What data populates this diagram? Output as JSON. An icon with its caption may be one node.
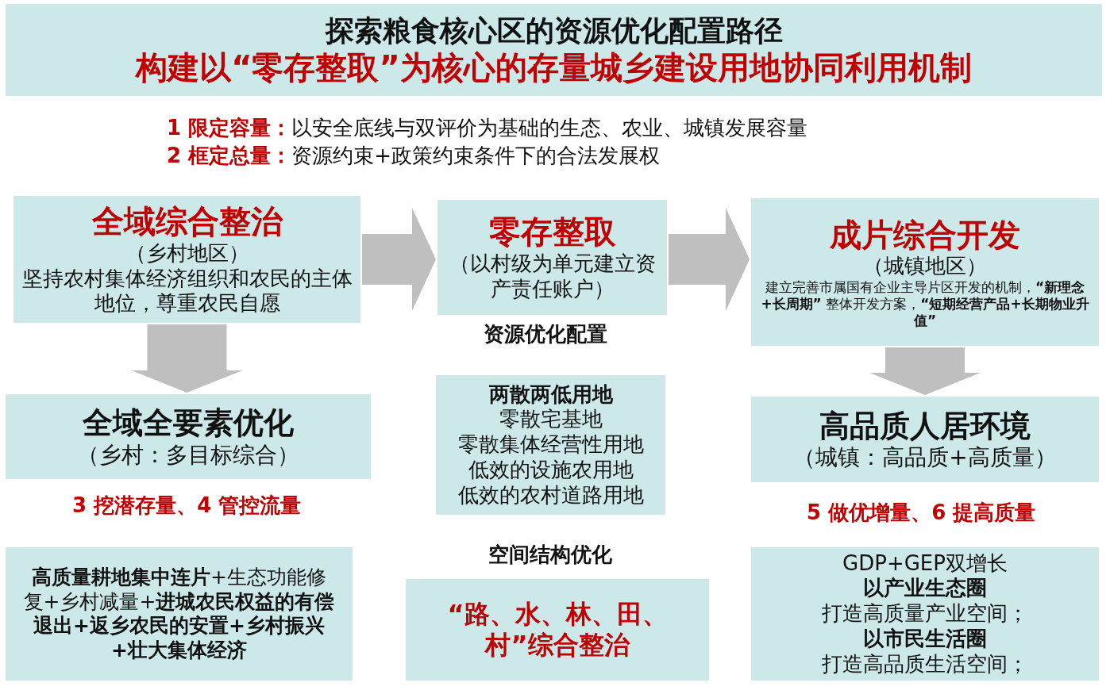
{
  "diagram": {
    "nodes": [
      {
        "text": [
          "探索粮食核心区的资源优化配置路径",
          "构建以“零存整取”为核心的存量城乡建设用地协同利用机制"
        ]
      },
      {
        "text": [
          "全域综合整治",
          "（乡村地区）",
          "坚持农村集体经济组织和农民的主体地位，尊重农民自愿"
        ]
      },
      {
        "text": [
          "零存整取",
          "（以村级为单元建立资产责任账户）"
        ]
      },
      {
        "text": [
          "成片综合开发",
          "（城镇地区）",
          "建立完善市属国有企业主导片区开发的机制，**“新理念+长周期”** 整体开发方案，**“短期经营产品+长期物业升值”**"
        ]
      },
      {
        "text": [
          "全域全要素优化",
          "（乡村：多目标综合）"
        ]
      },
      {
        "text": [
          "两散两低用地",
          "零散宅基地",
          "零散集体经营性用地",
          "低效的设施农用地",
          "低效的农村道路用地"
        ]
      },
      {
        "text": [
          "高品质人居环境",
          "（城镇：高品质+高质量）"
        ]
      },
      {
        "text": [
          "**高质量耕地集中连片**+生态功能修复+乡村减量+**进城农民权益的有偿退出+返乡农民的安置+乡村振兴+壮大集体经济**"
        ]
      },
      {
        "text": [
          "“路、水、林、田、村”综合整治"
        ]
      },
      {
        "text": [
          "GDP+GEP双增长",
          "以产业生态圈",
          "打造高质量产业空间；",
          "以市民生活圈",
          "打造高品质生活空间；"
        ]
      }
    ],
    "edges": [
      {
        "from": 1,
        "to": 2,
        "arrow": "to"
      },
      {
        "from": 2,
        "to": 3,
        "arrow": "to"
      },
      {
        "from": 1,
        "to": 4,
        "arrow": "to"
      },
      {
        "from": 3,
        "to": 6,
        "arrow": "to"
      }
    ],
    "labels": [
      "**1 限定容量：**以安全底线与双评价为基础的生态、农业、城镇发展容量",
      "**2 框定总量：**资源约束+政策约束条件下的合法发展权",
      "资源优化配置",
      "3 挖潜存量、4 管控流量",
      "空间结构优化",
      "5 做优增量、6 提高质量"
    ]
  }
}
